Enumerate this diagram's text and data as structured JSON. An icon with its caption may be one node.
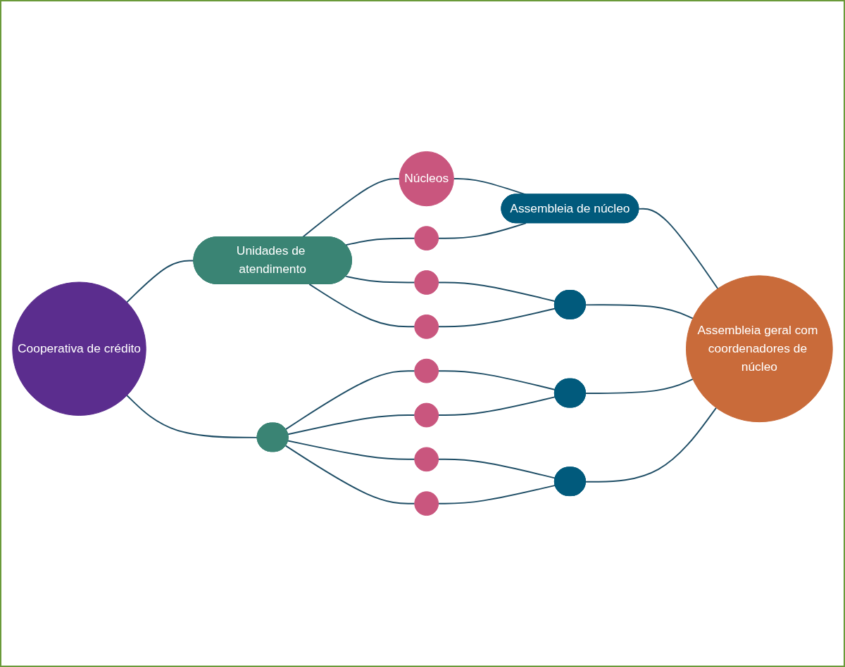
{
  "diagram": {
    "nodes": [
      {
        "text": [
          "Cooperativa de crédito"
        ]
      },
      {
        "text": [
          "Unidades de atendimento"
        ]
      },
      {
        "text": [],
        "shape": "ellipse"
      },
      {
        "text": [
          "Núcleos"
        ]
      },
      {
        "text": [],
        "shape": "circle"
      },
      {
        "text": [],
        "shape": "circle"
      },
      {
        "text": [],
        "shape": "circle"
      },
      {
        "text": [],
        "shape": "circle"
      },
      {
        "text": [],
        "shape": "circle"
      },
      {
        "text": [],
        "shape": "circle"
      },
      {
        "text": [],
        "shape": "circle"
      },
      {
        "text": [
          "Assembleia de núcleo"
        ]
      },
      {
        "text": [],
        "shape": "ellipse"
      },
      {
        "text": [],
        "shape": "ellipse"
      },
      {
        "text": [],
        "shape": "ellipse"
      },
      {
        "text": [
          "Assembleia geral com coordenadores de núcleo"
        ]
      }
    ],
    "edges": [
      {
        "from": 0,
        "to": 1,
        "arrow": "none"
      },
      {
        "from": 0,
        "to": 2,
        "arrow": "none"
      },
      {
        "from": 1,
        "to": 3,
        "arrow": "none"
      },
      {
        "from": 1,
        "to": 4,
        "arrow": "none"
      },
      {
        "from": 1,
        "to": 5,
        "arrow": "none"
      },
      {
        "from": 1,
        "to": 6,
        "arrow": "none"
      },
      {
        "from": 2,
        "to": 7,
        "arrow": "none"
      },
      {
        "from": 2,
        "to": 8,
        "arrow": "none"
      },
      {
        "from": 2,
        "to": 9,
        "arrow": "none"
      },
      {
        "from": 2,
        "to": 10,
        "arrow": "none"
      },
      {
        "from": 3,
        "to": 11,
        "arrow": "none"
      },
      {
        "from": 4,
        "to": 11,
        "arrow": "none"
      },
      {
        "from": 5,
        "to": 12,
        "arrow": "none"
      },
      {
        "from": 6,
        "to": 12,
        "arrow": "none"
      },
      {
        "from": 7,
        "to": 13,
        "arrow": "none"
      },
      {
        "from": 8,
        "to": 13,
        "arrow": "none"
      },
      {
        "from": 9,
        "to": 14,
        "arrow": "none"
      },
      {
        "from": 10,
        "to": 14,
        "arrow": "none"
      },
      {
        "from": 11,
        "to": 15,
        "arrow": "none"
      },
      {
        "from": 12,
        "to": 15,
        "arrow": "none"
      },
      {
        "from": 13,
        "to": 15,
        "arrow": "none"
      },
      {
        "from": 14,
        "to": 15,
        "arrow": "none"
      }
    ]
  }
}
